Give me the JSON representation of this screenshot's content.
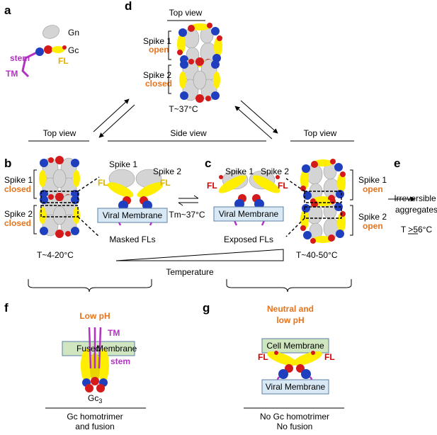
{
  "panels": {
    "a": "a",
    "b": "b",
    "c": "c",
    "d": "d",
    "e": "e",
    "f": "f",
    "g": "g"
  },
  "a": {
    "gn": "Gn",
    "gc": "Gc",
    "fl": "FL",
    "stem": "stem",
    "tm": "TM"
  },
  "d": {
    "top_view": "Top view",
    "spike1": "Spike 1",
    "spike1_state": "open",
    "spike2": "Spike 2",
    "spike2_state": "closed",
    "temp": "T~37°C"
  },
  "arrows": {
    "top_view_left": "Top view",
    "side_view": "Side view",
    "top_view_right": "Top view"
  },
  "b": {
    "spike1": "Spike 1",
    "spike1_state": "closed",
    "spike2": "Spike 2",
    "spike2_state": "closed",
    "side_spike1": "Spike 1",
    "side_spike2": "Spike 2",
    "fl": "FL",
    "membrane": "Viral Membrane",
    "caption": "Masked FLs",
    "temp": "T~4-20°C"
  },
  "eq": {
    "tm": "Tm~37°C"
  },
  "c": {
    "side_spike1": "Spike 1",
    "side_spike2": "Spike 2",
    "fl": "FL",
    "membrane": "Viral Membrane",
    "caption": "Exposed FLs",
    "spike1": "Spike 1",
    "spike1_state": "open",
    "spike2": "Spike 2",
    "spike2_state": "open",
    "temp": "T~40-50°C"
  },
  "e": {
    "line1": "Irreversible",
    "line2": "aggregates",
    "temp": "T >56°C"
  },
  "temperature": "Temperature",
  "f": {
    "condition": "Low pH",
    "tm": "TM",
    "fused": "Fused",
    "membrane": "Membrane",
    "stem": "stem",
    "gc3": "Gc",
    "gc3_sub": "3",
    "caption1": "Gc homotrimer",
    "caption2": "and fusion"
  },
  "g": {
    "condition1": "Neutral and",
    "condition2": "low pH",
    "cell_membrane": "Cell Membrane",
    "fl": "FL",
    "viral_membrane": "Viral Membrane",
    "caption1": "No Gc homotrimer",
    "caption2": "No fusion"
  },
  "colors": {
    "gn": "#d4d4d4",
    "gc_blue": "#1f3fbf",
    "gc_red": "#d41a1a",
    "gc_yellow": "#ffee00",
    "stem": "#b233c2",
    "membrane_blue": "#d8e8f5",
    "membrane_green": "#cfe6c0",
    "orange": "#e8731a"
  }
}
